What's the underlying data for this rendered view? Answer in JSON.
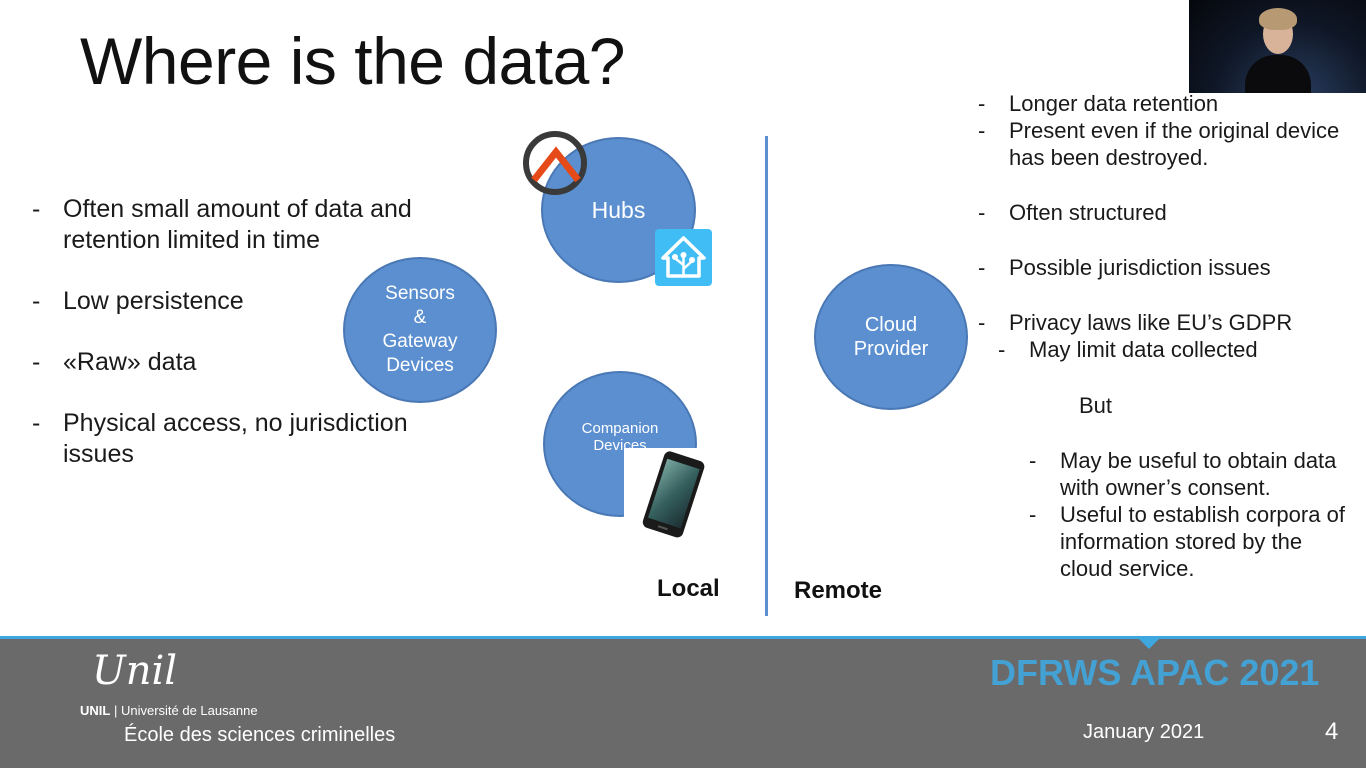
{
  "slide": {
    "title": "Where is the data?",
    "left_bullets": [
      "Often small amount of data and retention limited in time",
      "Low persistence",
      "«Raw» data",
      "Physical access, no jurisdiction issues"
    ],
    "circles": {
      "hubs": "Hubs",
      "sensors": [
        "Sensors",
        "&",
        "Gateway",
        "Devices"
      ],
      "companion": [
        "Companion",
        "Devices"
      ],
      "cloud": [
        "Cloud",
        "Provider"
      ]
    },
    "labels": {
      "local": "Local",
      "remote": "Remote"
    },
    "right_bullets": {
      "b1": "Longer data retention",
      "b2": "Present even if the original device has been destroyed.",
      "b3": "Often structured",
      "b4": "Possible jurisdiction issues",
      "b5": "Privacy laws like EU’s GDPR",
      "b5_sub": "May limit data collected",
      "but": "But",
      "sub2": "May be useful to obtain data with owner’s consent.",
      "sub3": "Useful to establish corpora of information stored by the cloud service."
    }
  },
  "footer": {
    "logo": "Unil",
    "unil_short": "UNIL",
    "university": "| Université de Lausanne",
    "school": "École des sciences criminelles",
    "conference": "DFRWS APAC 2021",
    "date": "January 2021",
    "page_number": "4"
  },
  "colors": {
    "circle": "#5b8fd0",
    "accent": "#3fa7e0",
    "footer_bg": "#6a6a6a"
  },
  "icons": {
    "hub_logo": "openhab-logo-icon",
    "home_assistant": "home-assistant-icon",
    "phone": "smartphone-icon"
  }
}
